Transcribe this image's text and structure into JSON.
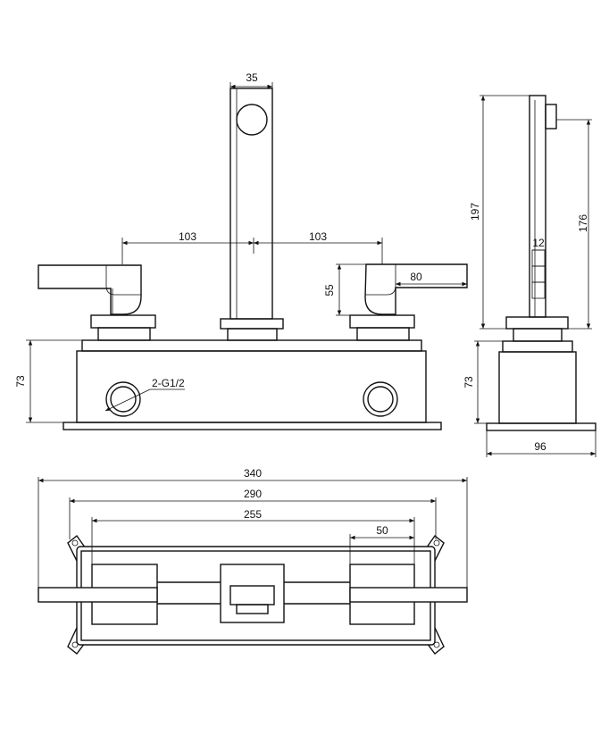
{
  "front_view": {
    "dim_spout_width": "35",
    "dim_left_spacing": "103",
    "dim_right_spacing": "103",
    "dim_handle_height": "55",
    "dim_handle_length": "80",
    "dim_body_height": "73",
    "connection_label": "2-G1/2"
  },
  "side_view": {
    "dim_total_height": "197",
    "dim_spout_height": "176",
    "dim_spout_thickness": "12",
    "dim_body_height": "73",
    "dim_depth": "96"
  },
  "top_view": {
    "dim_overall_width": "340",
    "dim_mount_width": "290",
    "dim_body_width": "255",
    "dim_handle_offset": "50"
  }
}
